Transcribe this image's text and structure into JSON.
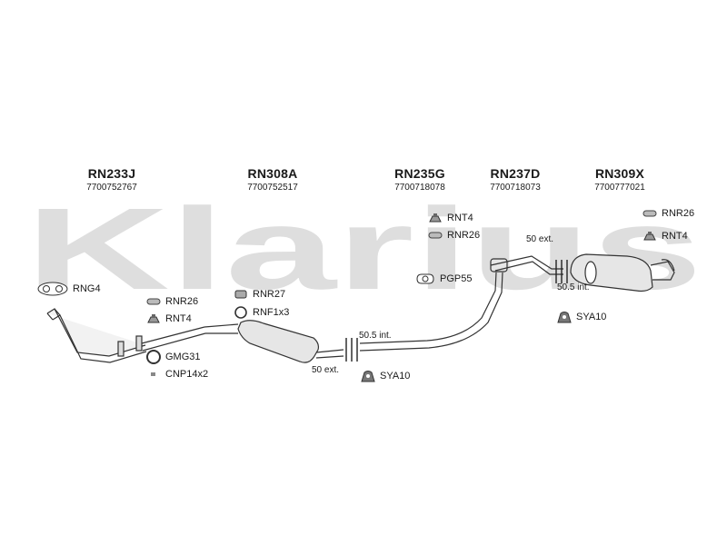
{
  "brand": {
    "watermark_text": "Klarius",
    "color": "#d9d9d9"
  },
  "parts": [
    {
      "code": "RN233J",
      "number": "7700752767"
    },
    {
      "code": "RN308A",
      "number": "7700752517"
    },
    {
      "code": "RN235G",
      "number": "7700718078"
    },
    {
      "code": "RN237D",
      "number": "7700718073"
    },
    {
      "code": "RN309X",
      "number": "7700777021"
    }
  ],
  "accessories": {
    "rng4": "RNG4",
    "rnr26_a": "RNR26",
    "rnt4_a": "RNT4",
    "gmg31": "GMG31",
    "cnp14x2": "CNP14x2",
    "rnr27": "RNR27",
    "rnf1x3": "RNF1x3",
    "rnt4_b": "RNT4",
    "rnr26_b": "RNR26",
    "pgp55": "PGP55",
    "sya10_a": "SYA10",
    "rnr26_c": "RNR26",
    "rnt4_c": "RNT4",
    "sya10_b": "SYA10"
  },
  "notes": {
    "n1": "50.5 int.",
    "n2": "50 ext.",
    "n3": "50 ext.",
    "n4": "50.5 int."
  }
}
